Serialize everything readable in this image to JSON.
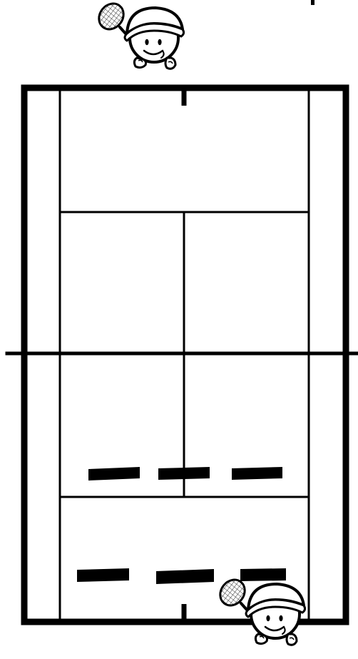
{
  "diagram": {
    "kind": "tennis-court-drill",
    "colors": {
      "background": "#ffffff",
      "line": "#000000",
      "player_fill": "#ffffff"
    },
    "court_lines": [
      "outer-boundary",
      "left-doubles-sideline",
      "right-doubles-sideline",
      "top-service-line",
      "bottom-service-line",
      "center-service-line",
      "net",
      "top-center-mark",
      "bottom-center-mark"
    ],
    "players": [
      {
        "id": "top-player",
        "holds": "racket-icon",
        "side": "top"
      },
      {
        "id": "bottom-player",
        "holds": "racket-icon",
        "side": "bottom"
      }
    ],
    "target_markers": {
      "count": 6,
      "rows": [
        {
          "row": "near-service-line",
          "count": 3
        },
        {
          "row": "near-baseline",
          "count": 3
        }
      ]
    }
  }
}
